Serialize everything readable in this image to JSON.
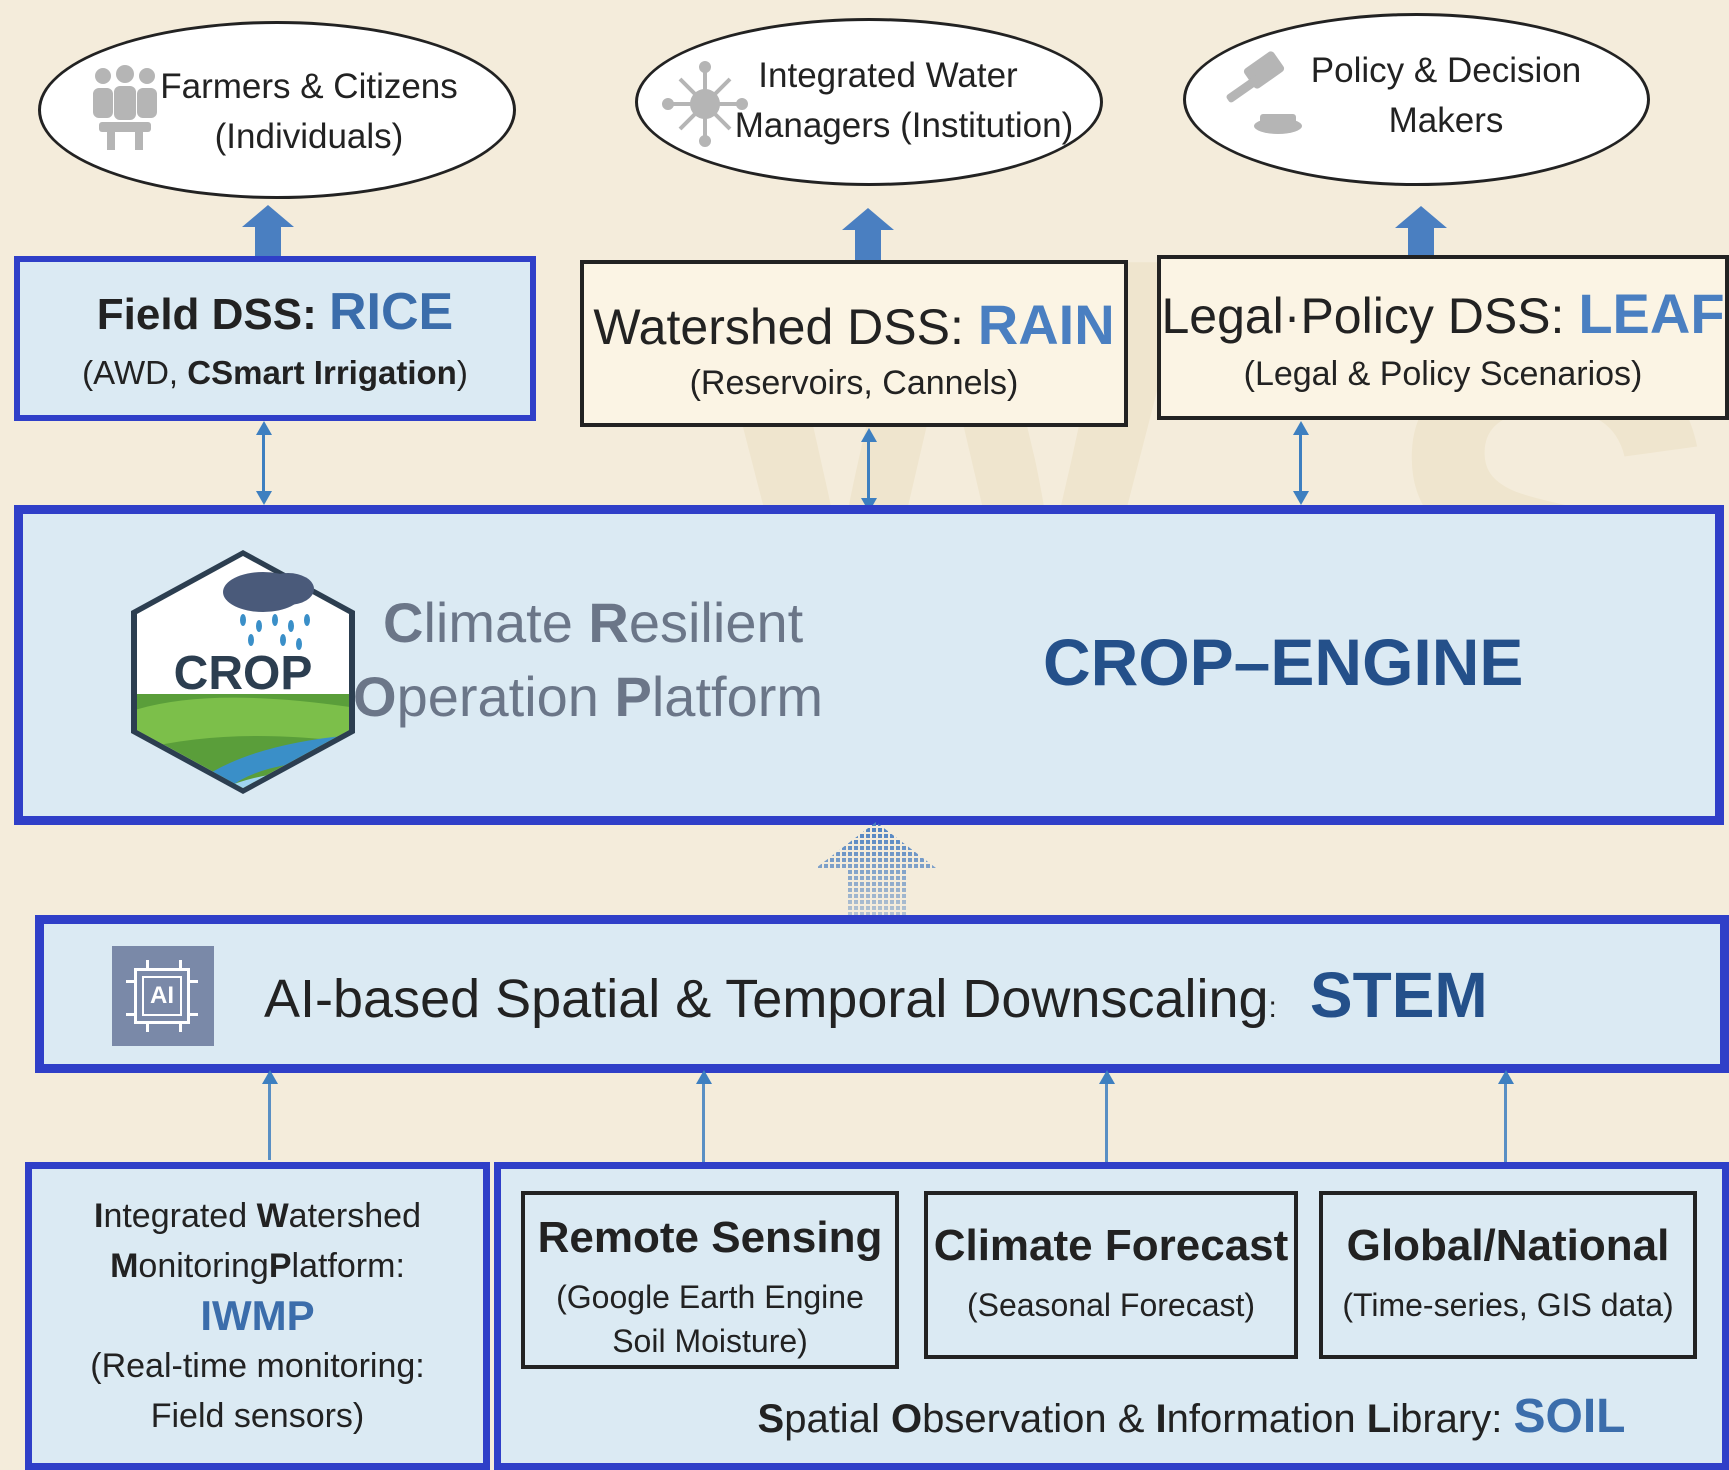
{
  "users": [
    {
      "line1": "Farmers & Citizens",
      "line2": "(Individuals)",
      "icon": "people-icon"
    },
    {
      "line1": "Integrated Water",
      "line2": "Managers (Institution)",
      "icon": "network-icon"
    },
    {
      "line1": "Policy & Decision",
      "line2": "Makers",
      "icon": "gavel-icon"
    }
  ],
  "rice": {
    "prefix": "Field DSS: ",
    "name": "RICE",
    "sub_a": "(AWD, ",
    "sub_b": "CSmart Irrigation",
    "sub_c": ")"
  },
  "rain": {
    "prefix": "Watershed DSS: ",
    "name": "RAIN",
    "sub": "(Reservoirs, Cannels)"
  },
  "leaf": {
    "prefix": "Legal·Policy DSS: ",
    "name": "LEAF",
    "sub": "(Legal & Policy Scenarios)"
  },
  "crop": {
    "logo_text": "CROP",
    "t1a": "C",
    "t1b": "limate ",
    "t1c": "R",
    "t1d": "esilient",
    "t2a": "O",
    "t2b": "peration ",
    "t2c": "P",
    "t2d": "latform",
    "engine": "CROP–ENGINE"
  },
  "stem": {
    "icon_text": "AI",
    "label": "AI-based Spatial & Temporal Downscaling",
    "colon": ":",
    "name": "STEM"
  },
  "iwmp": {
    "l1a": "I",
    "l1b": "ntegrated ",
    "l1c": "W",
    "l1d": "atershed",
    "l2a": "M",
    "l2b": "onitoring",
    "l2c": "P",
    "l2d": "latform:",
    "name": "IWMP",
    "l4": "(Real-time monitoring:",
    "l5": "Field sensors)"
  },
  "soil": {
    "boxes": [
      {
        "title": "Remote Sensing",
        "sub1": "(Google Earth Engine",
        "sub2": "Soil Moisture)"
      },
      {
        "title": "Climate Forecast",
        "sub1": "(Seasonal Forecast)",
        "sub2": ""
      },
      {
        "title": "Global/National",
        "sub1": "(Time-series, GIS data)",
        "sub2": ""
      }
    ],
    "la": "S",
    "lb": "patial ",
    "lc": "O",
    "ld": "bservation & ",
    "le": "I",
    "lf": "nformation ",
    "lg": "L",
    "lh": "ibrary: ",
    "name": "SOIL"
  },
  "colors": {
    "panel_border": "#2f3fc8",
    "panel_fill": "#dbeaf3",
    "accent_blue": "#4a7fc1",
    "navy": "#24508a",
    "background": "#f4ecdb"
  }
}
